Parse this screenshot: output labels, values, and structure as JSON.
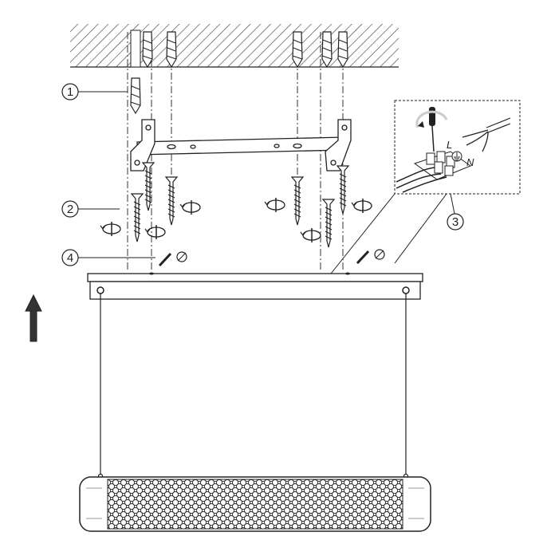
{
  "diagram": {
    "callouts": [
      "1",
      "2",
      "3",
      "4"
    ],
    "wiring_labels": {
      "live": "L",
      "neutral": "N"
    },
    "colors": {
      "line": "#222222",
      "background": "#ffffff",
      "hatch": "#444444"
    }
  }
}
